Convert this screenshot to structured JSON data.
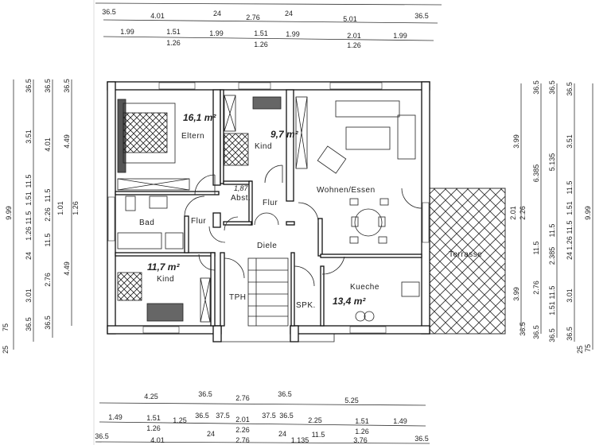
{
  "plan": {
    "rooms": {
      "eltern": "Eltern",
      "eltern_area": "16,1 m²",
      "kind_top": "Kind",
      "kind_top_area": "9,7 m²",
      "wohnen": "Wohnen/Essen",
      "bad": "Bad",
      "flur_left": "Flur",
      "flur_mid": "Flur",
      "abst": "Abst.",
      "abst_area": "1,87",
      "diele": "Diele",
      "kind_bottom": "Kind",
      "kind_bottom_area": "11,7 m²",
      "tph": "TPH",
      "spk": "SPK.",
      "kueche": "Kueche",
      "kueche_area": "13,4 m²",
      "terrasse": "Terrasse"
    },
    "dimensions": {
      "top_row1": [
        "36.5",
        "4.01",
        "24",
        "2.76",
        "24",
        "5.01",
        "36.5"
      ],
      "top_row2": [
        "1.99",
        "1.51",
        "1.26",
        "1.99",
        "1.51",
        "1.26",
        "1.99",
        "2.01",
        "1.26",
        "1.99"
      ],
      "bottom_row1": [
        "4.25",
        "36.5",
        "2.76",
        "36.5",
        "5.25"
      ],
      "bottom_row2": [
        "1.49",
        "1.51",
        "1.26",
        "1.25",
        "36.5",
        "37.5",
        "2.01",
        "2.26",
        "37.5",
        "36.5",
        "2.25",
        "1.51",
        "1.26",
        "1.49"
      ],
      "bottom_row3": [
        "36.5",
        "4.01",
        "24",
        "2.76",
        "24",
        "1.135",
        "11.5",
        "3.76",
        "36.5"
      ],
      "left_col1": [
        "9.99",
        "75",
        "25"
      ],
      "left_col2": [
        "36.5",
        "3.51",
        "11.5",
        "1.51",
        "11.5",
        "1.26",
        "24",
        "3.01",
        "36.5"
      ],
      "left_col3": [
        "36.5",
        "4.01",
        "11.5",
        "2.26",
        "11.5",
        "2.76",
        "36.5"
      ],
      "left_col4": [
        "36.5",
        "4.49",
        "1.01",
        "1.26",
        "4.49"
      ],
      "right_col1": [
        "3.99",
        "2.01",
        "2.26",
        "3.99",
        "36.5"
      ],
      "right_col2": [
        "36.5",
        "6.385",
        "11.5",
        "2.76",
        "36.5"
      ],
      "right_col3": [
        "36.5",
        "5.135",
        "11.5",
        "2.385",
        "11.5",
        "1.51",
        "36.5"
      ],
      "right_col4": [
        "36.5",
        "3.51",
        "11.5",
        "1.51",
        "11.5",
        "1.26",
        "24",
        "3.01",
        "36.5"
      ],
      "right_col5": [
        "9.99",
        "75",
        "25"
      ]
    }
  }
}
